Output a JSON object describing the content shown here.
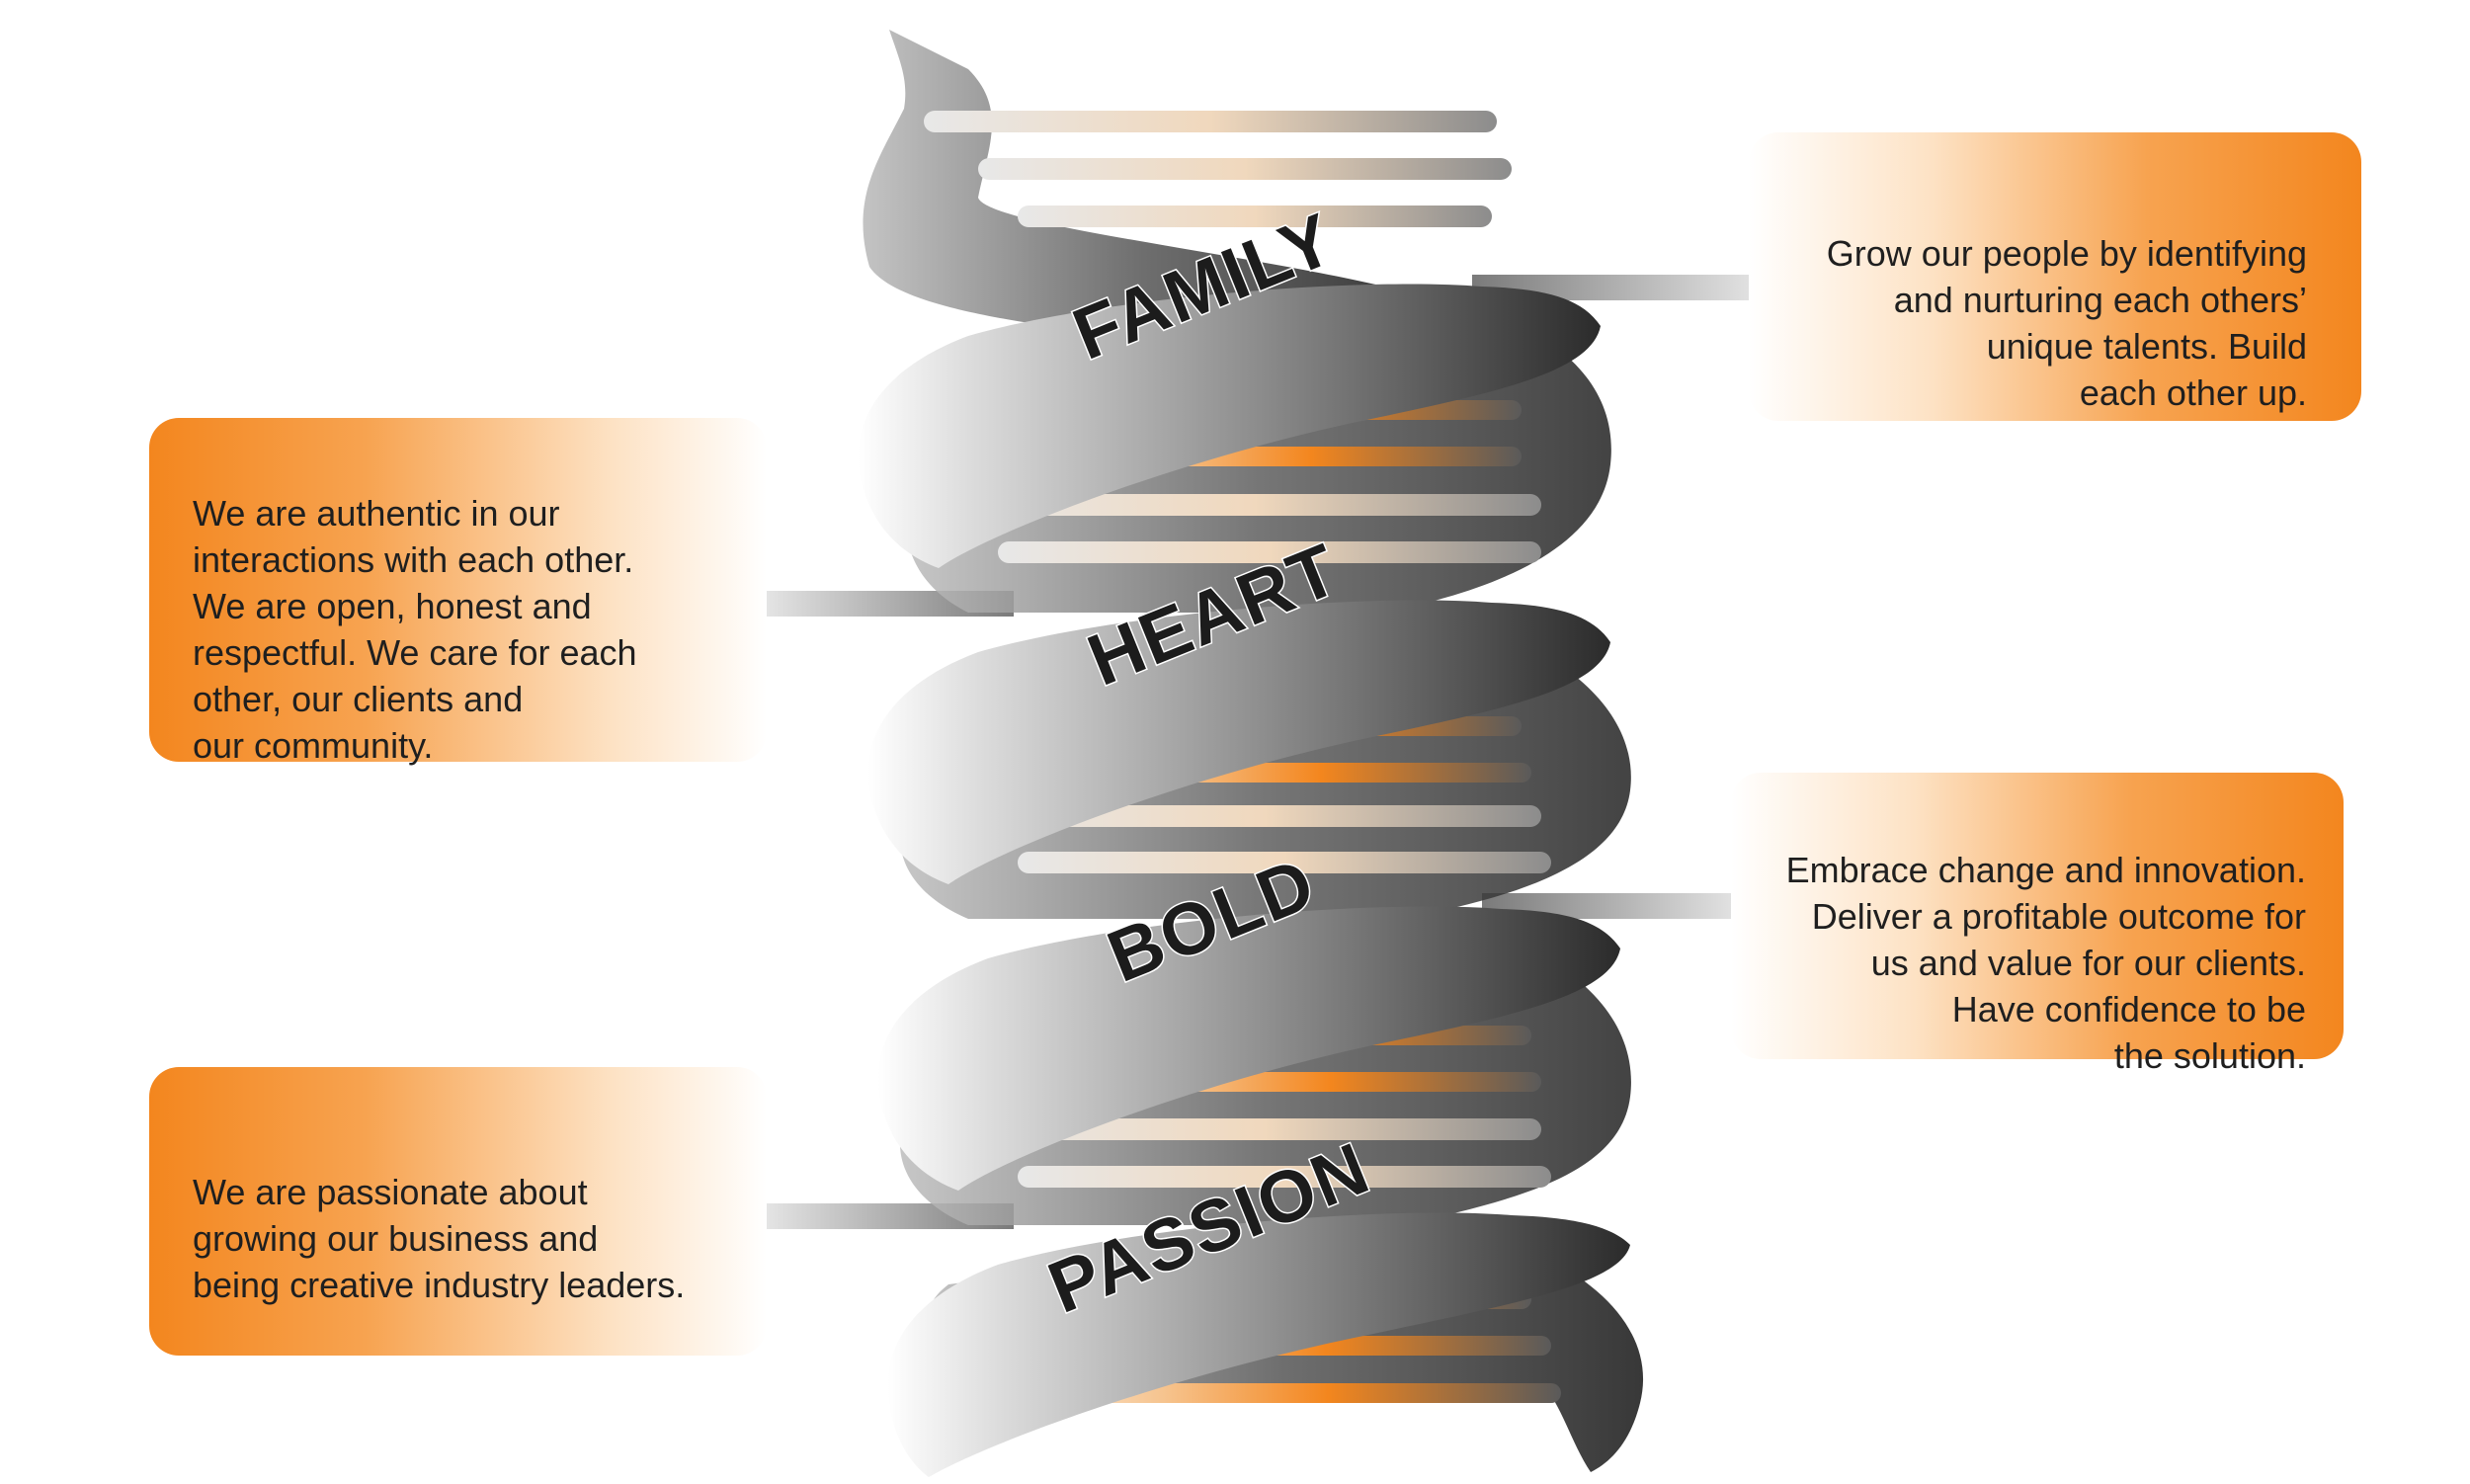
{
  "values": [
    {
      "word": "FAMILY",
      "text": "Grow our people by identifying\nand nurturing each others’\nunique talents. Build\neach other up."
    },
    {
      "word": "HEART",
      "text": "We are authentic in our\ninteractions with each other.\nWe are open, honest and\nrespectful. We care for each\nother, our clients and\nour community."
    },
    {
      "word": "BOLD",
      "text": "Embrace change and innovation.\nDeliver a profitable outcome for\nus and value for our clients.\nHave confidence to be\nthe solution."
    },
    {
      "word": "PASSION",
      "text": "We are passionate about\ngrowing our business and\nbeing creative industry leaders."
    }
  ],
  "colors": {
    "accent": "#f3861e",
    "ribbon_light": "#ffffff",
    "ribbon_dark": "#2b2b2b",
    "word_fill": "#1c1c1c"
  }
}
